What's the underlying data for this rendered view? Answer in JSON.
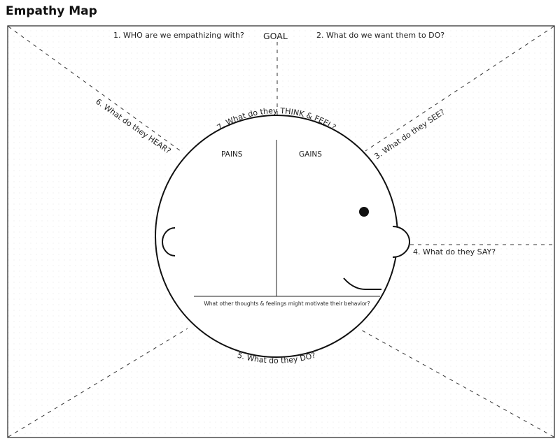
{
  "title": "Empathy Map",
  "goal": "GOAL",
  "sections": {
    "who": "1. WHO are we empathizing with?",
    "do_goal": "2. What do we want them to DO?",
    "see": "3. What do they SEE?",
    "say": "4. What do they SAY?",
    "do": "5. What do they DO?",
    "hear": "6. What do they HEAR?",
    "think_feel": "7. What do they THINK & FEEL?"
  },
  "pains": "PAINS",
  "gains": "GAINS",
  "motivation_prompt": "What other thoughts & feelings might motivate their behavior?"
}
